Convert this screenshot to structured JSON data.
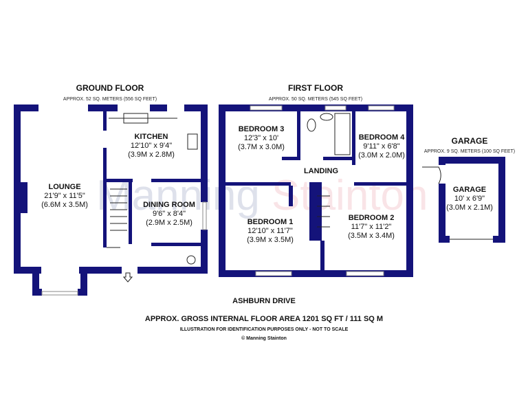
{
  "colors": {
    "wall": "#14137a",
    "watermark_blue": "#6b7aa8",
    "watermark_pink": "#e88a95"
  },
  "watermark": {
    "part1": "Manning",
    "part2": "Stainton"
  },
  "ground_floor": {
    "title": "GROUND FLOOR",
    "area": "APPROX. 52 SQ. METERS (556 SQ FEET)",
    "rooms": [
      {
        "name": "LOUNGE",
        "imperial": "21'9\" x 11'5\"",
        "metric": "(6.6M x 3.5M)"
      },
      {
        "name": "KITCHEN",
        "imperial": "12'10\" x 9'4\"",
        "metric": "(3.9M x 2.8M)"
      },
      {
        "name": "DINING ROOM",
        "imperial": "9'6\" x 8'4\"",
        "metric": "(2.9M x 2.5M)"
      }
    ]
  },
  "first_floor": {
    "title": "FIRST FLOOR",
    "area": "APPROX. 50 SQ. METERS (545 SQ FEET)",
    "rooms": [
      {
        "name": "BEDROOM 3",
        "imperial": "12'3\" x 10'",
        "metric": "(3.7M x 3.0M)"
      },
      {
        "name": "BEDROOM 4",
        "imperial": "9'11\" x 6'8\"",
        "metric": "(3.0M x 2.0M)"
      },
      {
        "name": "LANDING"
      },
      {
        "name": "BEDROOM 1",
        "imperial": "12'10\" x 11'7\"",
        "metric": "(3.9M x 3.5M)"
      },
      {
        "name": "BEDROOM 2",
        "imperial": "11'7\" x 11'2\"",
        "metric": "(3.5M x 3.4M)"
      }
    ]
  },
  "garage": {
    "title": "GARAGE",
    "area": "APPROX. 9 SQ. METERS (100 SQ FEET)",
    "rooms": [
      {
        "name": "GARAGE",
        "imperial": "10' x 6'9\"",
        "metric": "(3.0M x 2.1M)"
      }
    ]
  },
  "footer": {
    "street": "ASHBURN DRIVE",
    "gross_area": "APPROX. GROSS INTERNAL FLOOR AREA 1201 SQ FT / 111 SQ M",
    "disclaimer": "ILLUSTRATION FOR IDENTIFICATION PURPOSES ONLY - NOT TO SCALE",
    "copyright": "© Manning Stainton"
  }
}
